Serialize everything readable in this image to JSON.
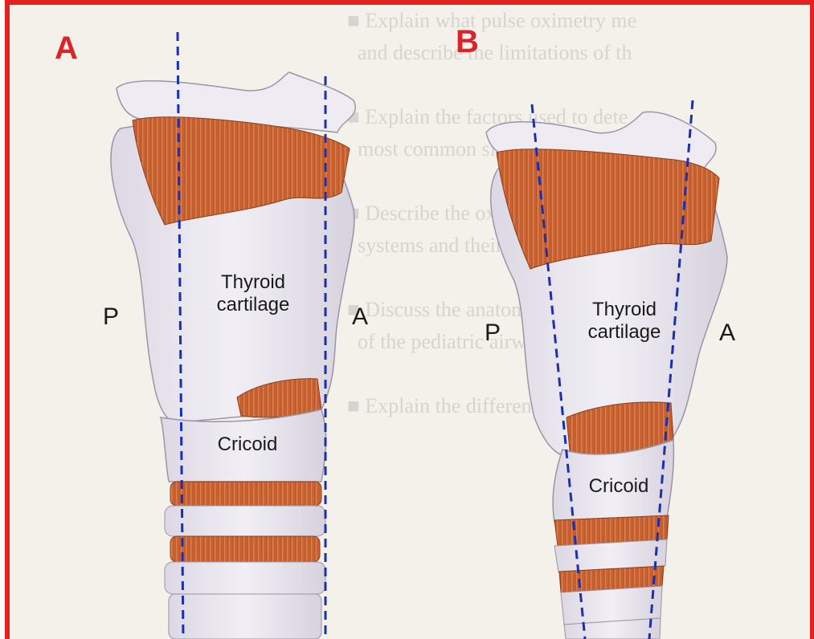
{
  "panels": [
    {
      "letter": "A",
      "posterior": "P",
      "anterior": "A",
      "thyroid_line1": "Thyroid",
      "thyroid_line2": "cartilage",
      "cricoid": "Cricoid"
    },
    {
      "letter": "B",
      "posterior": "P",
      "anterior": "A",
      "thyroid_line1": "Thyroid",
      "thyroid_line2": "cartilage",
      "cricoid": "Cricoid"
    }
  ],
  "colors": {
    "frame": "#e61f1f",
    "cartilage": "#e9e6ef",
    "muscle": "#d9703e",
    "axis_line": "#1c2fae",
    "letter": "#d8242a"
  },
  "icons": {
    "note": "none"
  }
}
